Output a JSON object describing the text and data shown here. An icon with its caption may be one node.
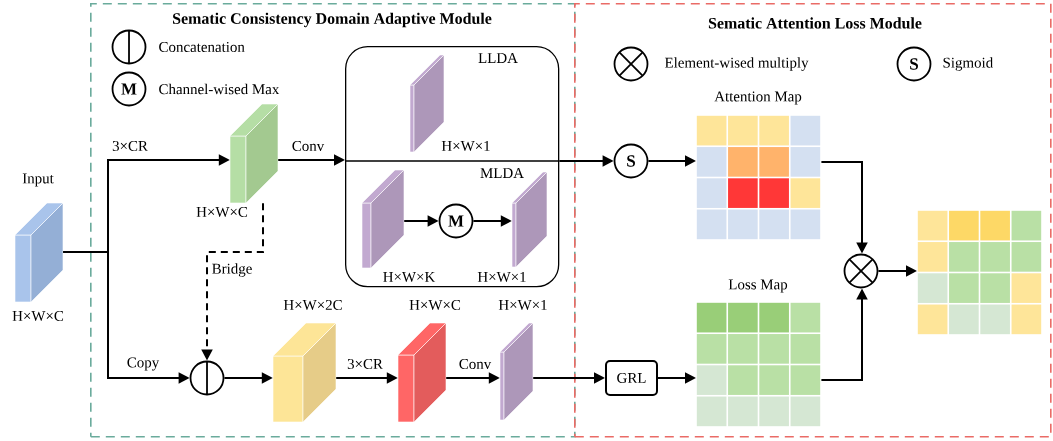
{
  "diagram": {
    "nodes": [
      {
        "text": [
          "Sematic Consistency Domain Adaptive Module"
        ]
      },
      {
        "text": [
          "Sematic Attention Loss Module"
        ]
      },
      {
        "text": [
          "Input",
          "H×W×C"
        ]
      },
      {
        "text": [
          "H×W×C"
        ],
        "in": 0
      },
      {
        "text": [
          "LLDA",
          "MLDA"
        ],
        "in": 0
      },
      {
        "text": [
          "H×W×1"
        ],
        "in": 4
      },
      {
        "text": [
          "H×W×K"
        ],
        "in": 4
      },
      {
        "text": [
          "M"
        ],
        "in": 4
      },
      {
        "text": [
          "H×W×1"
        ],
        "in": 4
      },
      {
        "text": [],
        "shape": "circle",
        "in": 0
      },
      {
        "text": [
          "H×W×2C"
        ],
        "in": 0
      },
      {
        "text": [
          "H×W×C"
        ],
        "in": 0
      },
      {
        "text": [
          "H×W×1"
        ],
        "in": 0
      },
      {
        "text": [
          "S"
        ],
        "in": 1
      },
      {
        "text": [
          "GRL"
        ],
        "in": 1
      },
      {
        "text": [
          "Attention Map"
        ],
        "in": 1
      },
      {
        "text": [
          "Loss Map"
        ],
        "in": 1
      },
      {
        "text": [],
        "shape": "circle",
        "in": 1
      },
      {
        "text": [],
        "shape": "grid",
        "in": 1
      }
    ],
    "edges": [
      {
        "from": 2,
        "to": 3,
        "label": "3×CR",
        "arrow": "to"
      },
      {
        "from": 2,
        "to": 9,
        "label": "Copy",
        "arrow": "to"
      },
      {
        "from": 3,
        "to": 4,
        "label": "Conv",
        "arrow": "to"
      },
      {
        "from": 3,
        "to": 9,
        "label": "Bridge",
        "arrow": "to",
        "style": "dashed"
      },
      {
        "from": 6,
        "to": 7,
        "arrow": "to"
      },
      {
        "from": 7,
        "to": 8,
        "arrow": "to"
      },
      {
        "from": 9,
        "to": 10,
        "arrow": "to"
      },
      {
        "from": 10,
        "to": 11,
        "label": "3×CR",
        "arrow": "to"
      },
      {
        "from": 11,
        "to": 12,
        "label": "Conv",
        "arrow": "to"
      },
      {
        "from": 4,
        "to": 13,
        "arrow": "to"
      },
      {
        "from": 13,
        "to": 15,
        "arrow": "to"
      },
      {
        "from": 12,
        "to": 14,
        "arrow": "to"
      },
      {
        "from": 14,
        "to": 16,
        "arrow": "to"
      },
      {
        "from": 15,
        "to": 17,
        "arrow": "to"
      },
      {
        "from": 16,
        "to": 17,
        "arrow": "to"
      },
      {
        "from": 17,
        "to": 18,
        "arrow": "to"
      }
    ],
    "labels": [
      "M",
      "S"
    ],
    "legend": [
      {
        "text": "Concatenation"
      },
      {
        "text": "Channel-wised Max"
      },
      {
        "text": "Element-wised multiply"
      },
      {
        "text": "Sigmoid"
      }
    ]
  }
}
